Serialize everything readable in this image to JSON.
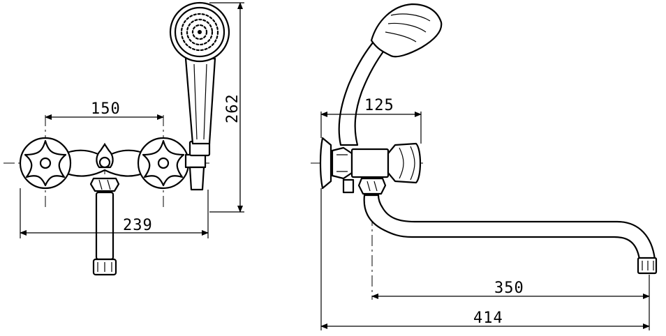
{
  "dimensions": {
    "front_spacing": "150",
    "front_width": "239",
    "front_height": "262",
    "side_depth": "125",
    "spout_reach": "350",
    "overall_length": "414"
  }
}
